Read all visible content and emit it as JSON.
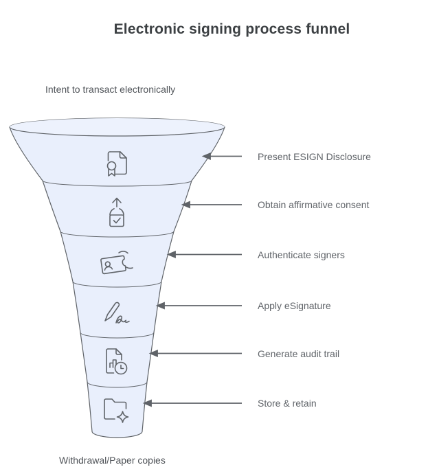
{
  "title": "Electronic signing process funnel",
  "funnel": {
    "top_label": "Intent to transact electronically",
    "bottom_label": "Withdrawal/Paper copies",
    "steps": [
      {
        "label": "Present ESIGN Disclosure",
        "icon": "certificate-document-icon"
      },
      {
        "label": "Obtain affirmative consent",
        "icon": "consent-upload-check-icon"
      },
      {
        "label": "Authenticate signers",
        "icon": "id-card-in-hand-icon"
      },
      {
        "label": "Apply eSignature",
        "icon": "signature-pen-icon"
      },
      {
        "label": "Generate audit trail",
        "icon": "audit-report-clock-icon"
      },
      {
        "label": "Store & retain",
        "icon": "folder-sparkle-icon"
      }
    ]
  },
  "colors": {
    "funnel_fill": "#e9effc",
    "funnel_top_fill": "#edf2fd",
    "outline": "#5f6368",
    "arrow": "#5f6368",
    "step_text": "#5f6368",
    "edge_text": "#4f5358",
    "title_text": "#3c4043",
    "background": "#ffffff"
  }
}
